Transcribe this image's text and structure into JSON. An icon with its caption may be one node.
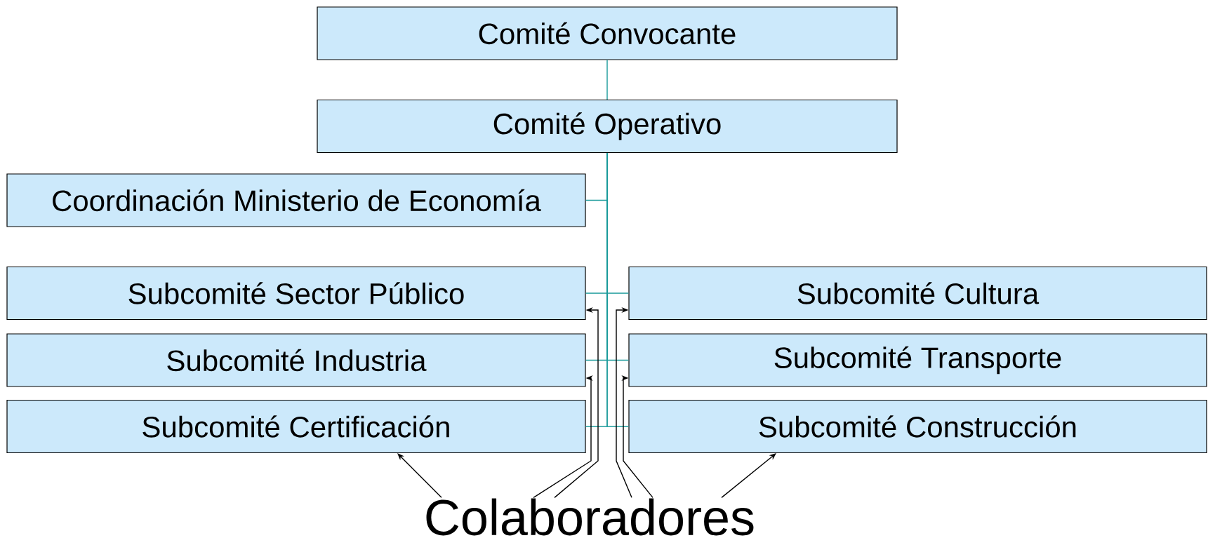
{
  "diagram": {
    "nodes": [
      {
        "text": [
          "Comité Convocante"
        ]
      },
      {
        "text": [
          "Comité Operativo"
        ]
      },
      {
        "text": [
          "Coordinación Ministerio de Economía"
        ]
      },
      {
        "text": [
          "Subcomité Sector Público"
        ]
      },
      {
        "text": [
          "Subcomité Cultura"
        ]
      },
      {
        "text": [
          "Subcomité Industria"
        ]
      },
      {
        "text": [
          "Subcomité Transporte"
        ]
      },
      {
        "text": [
          "Subcomité Certificación"
        ]
      },
      {
        "text": [
          "Subcomité Construcción"
        ]
      },
      {
        "text": [
          "Colaboradores"
        ]
      }
    ],
    "edges": [
      {
        "from": 0,
        "to": 1,
        "arrow": "none",
        "color": "#1a9a9a"
      },
      {
        "from": 1,
        "to": 2,
        "arrow": "none",
        "color": "#1a9a9a"
      },
      {
        "from": 1,
        "to": 3,
        "arrow": "none",
        "color": "#1a9a9a"
      },
      {
        "from": 1,
        "to": 4,
        "arrow": "none",
        "color": "#1a9a9a"
      },
      {
        "from": 1,
        "to": 5,
        "arrow": "none",
        "color": "#1a9a9a"
      },
      {
        "from": 1,
        "to": 6,
        "arrow": "none",
        "color": "#1a9a9a"
      },
      {
        "from": 1,
        "to": 7,
        "arrow": "none",
        "color": "#1a9a9a"
      },
      {
        "from": 1,
        "to": 8,
        "arrow": "none",
        "color": "#1a9a9a"
      },
      {
        "from": 9,
        "to": 7,
        "arrow": "to",
        "color": "#000000"
      },
      {
        "from": 9,
        "to": 3,
        "arrow": "to",
        "color": "#000000"
      },
      {
        "from": 9,
        "to": 5,
        "arrow": "to",
        "color": "#000000"
      },
      {
        "from": 9,
        "to": 4,
        "arrow": "to",
        "color": "#000000"
      },
      {
        "from": 9,
        "to": 6,
        "arrow": "to",
        "color": "#000000"
      },
      {
        "from": 9,
        "to": 8,
        "arrow": "to",
        "color": "#000000"
      }
    ]
  }
}
